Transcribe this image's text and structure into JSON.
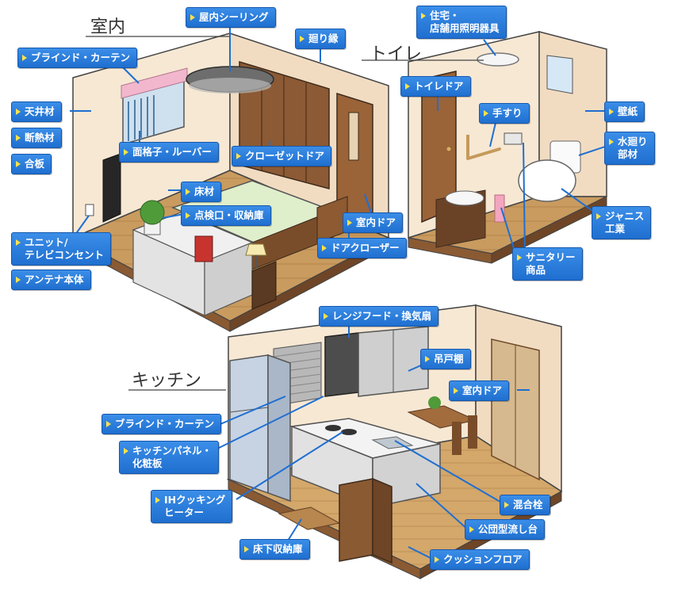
{
  "sections": {
    "living": "室内",
    "toilet": "トイレ",
    "kitchen": "キッチン"
  },
  "labels": {
    "ceiling_light": "屋内シーリング",
    "trim": "廻り縁",
    "blind_curtain_1": "ブラインド・カーテン",
    "ceiling_material": "天井材",
    "insulation": "断熱材",
    "plywood": "合板",
    "lattice_louver": "面格子・ルーバー",
    "closet_door": "クローゼットドア",
    "flooring": "床材",
    "access_panel": "点検口・収納庫",
    "unit_tv_outlet": "ユニット/\nテレビコンセント",
    "antenna": "アンテナ本体",
    "interior_door_1": "室内ドア",
    "door_closer": "ドアクローザー",
    "housing_lighting": "住宅・\n店舗用照明器具",
    "toilet_door": "トイレドア",
    "handrail": "手すり",
    "wallpaper": "壁紙",
    "water_parts": "水廻り\n部材",
    "janis": "ジャニス\n工業",
    "sanitary": "サニタリー\n商品",
    "range_hood": "レンジフード・換気扇",
    "wall_cabinet": "吊戸棚",
    "interior_door_2": "室内ドア",
    "blind_curtain_2": "ブラインド・カーテン",
    "kitchen_panel": "キッチンパネル・\n化粧板",
    "ih_heater": "IHクッキング\nヒーター",
    "mixer_faucet": "混合栓",
    "public_sink": "公団型流し台",
    "underfloor_storage": "床下収納庫",
    "cushion_floor": "クッションフロア"
  },
  "colors": {
    "label_bg": "#2a7fe0",
    "label_text": "#ffffff",
    "label_marker": "#ffe14a",
    "floor": "#c79a5e",
    "wall": "#f6e7d3",
    "wood": "#8a5a33"
  }
}
